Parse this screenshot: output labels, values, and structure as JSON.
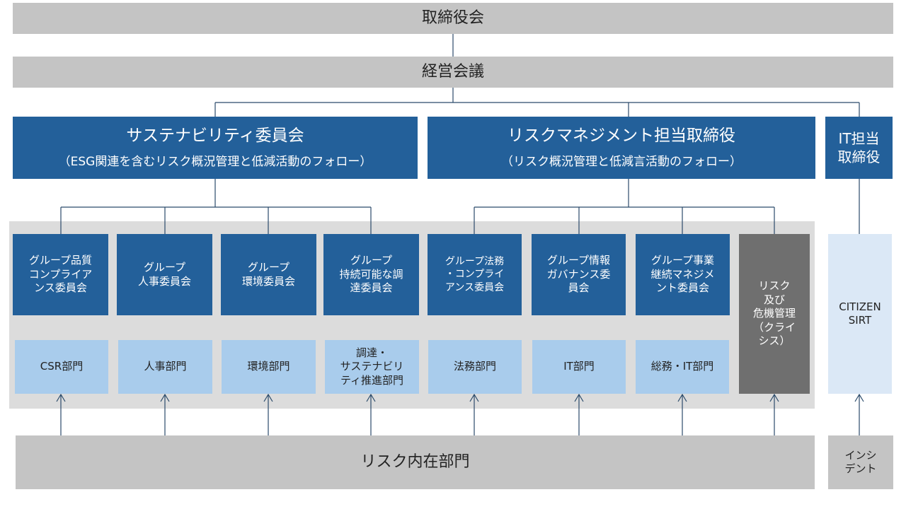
{
  "top": {
    "board": "取締役会",
    "executive_meeting": "経営会議"
  },
  "sustainability": {
    "title": "サステナビリティ委員会",
    "subtitle": "（ESG関連を含むリスク概況管理と低減活動のフォロー）"
  },
  "risk_director": {
    "title": "リスクマネジメント担当取締役",
    "subtitle": "（リスク概況管理と低減言活動のフォロー）"
  },
  "it_director": "IT担当\n取締役",
  "committees": [
    "グループ品質\nコンプライア\nンス委員会",
    "グループ\n人事委員会",
    "グループ\n環境委員会",
    "グループ\n持続可能な調\n達委員会",
    "グループ法務\n・コンプライ\nアンス委員会",
    "グループ情報\nガバナンス委\n員会",
    "グループ事業\n継続マネジメ\nント委員会"
  ],
  "crisis": "リスク\n及び\n危機管理\n（クライ\nシス）",
  "departments": [
    "CSR部門",
    "人事部門",
    "環境部門",
    "調達・\nサステナビリ\nティ推進部門",
    "法務部門",
    "IT部門",
    "総務・IT部門"
  ],
  "sirt": "CITIZEN\nSIRT",
  "risk_departments": "リスク内在部門",
  "incident": "インシ\nデント",
  "colors": {
    "gray": "#c4c4c4",
    "blue": "#23609a",
    "light_blue": "#a9ccec",
    "pale_blue": "#dbe8f6",
    "dark_gray": "#6f6f6f",
    "region": "#dcdcdc",
    "line": "#2a4a6a"
  }
}
